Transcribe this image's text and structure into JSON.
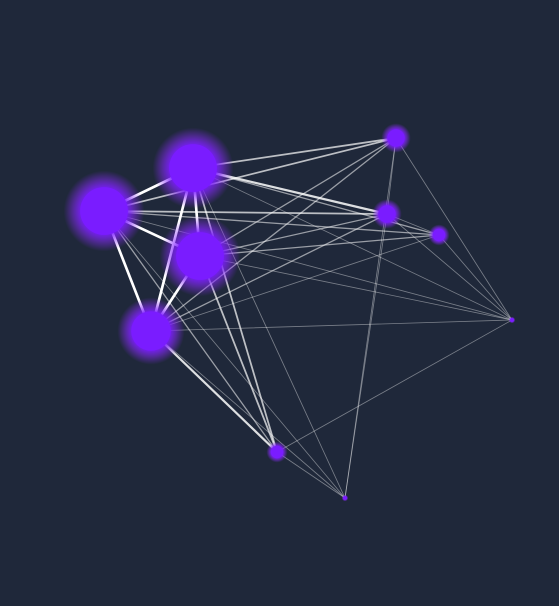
{
  "background": "#1f283a",
  "node_color": "#7a1cff",
  "node_glow_color": "#8a2bff",
  "edge_color": "#ffffff",
  "graph": {
    "nodes": [
      {
        "id": "A",
        "weight": 5
      },
      {
        "id": "B",
        "weight": 5
      },
      {
        "id": "C",
        "weight": 5
      },
      {
        "id": "D",
        "weight": 4
      },
      {
        "id": "E",
        "weight": 2
      },
      {
        "id": "F",
        "weight": 2
      },
      {
        "id": "G",
        "weight": 1
      },
      {
        "id": "H",
        "weight": 1
      },
      {
        "id": "I",
        "weight": 0.2
      },
      {
        "id": "J",
        "weight": 0.2
      }
    ],
    "edges": [
      [
        "A",
        "B",
        5
      ],
      [
        "A",
        "C",
        5
      ],
      [
        "A",
        "D",
        5
      ],
      [
        "B",
        "C",
        5
      ],
      [
        "B",
        "D",
        5
      ],
      [
        "C",
        "D",
        5
      ],
      [
        "A",
        "E",
        4
      ],
      [
        "B",
        "E",
        3
      ],
      [
        "A",
        "F",
        3
      ],
      [
        "B",
        "F",
        3
      ],
      [
        "A",
        "G",
        2
      ],
      [
        "A",
        "H",
        3
      ],
      [
        "B",
        "G",
        2
      ],
      [
        "B",
        "H",
        2
      ],
      [
        "C",
        "E",
        2
      ],
      [
        "C",
        "F",
        2
      ],
      [
        "C",
        "G",
        2
      ],
      [
        "C",
        "H",
        3
      ],
      [
        "D",
        "E",
        2
      ],
      [
        "D",
        "F",
        2
      ],
      [
        "D",
        "G",
        1
      ],
      [
        "D",
        "H",
        4
      ],
      [
        "A",
        "I",
        1
      ],
      [
        "B",
        "I",
        1
      ],
      [
        "C",
        "I",
        1
      ],
      [
        "D",
        "I",
        1
      ],
      [
        "E",
        "I",
        1
      ],
      [
        "F",
        "J",
        1
      ],
      [
        "E",
        "J",
        1
      ],
      [
        "B",
        "J",
        1
      ],
      [
        "A",
        "J",
        1
      ],
      [
        "D",
        "J",
        1
      ],
      [
        "H",
        "J",
        1
      ],
      [
        "F",
        "I",
        1
      ],
      [
        "G",
        "I",
        1
      ],
      [
        "H",
        "I",
        1
      ],
      [
        "E",
        "G",
        1
      ],
      [
        "E",
        "F",
        1
      ]
    ]
  }
}
